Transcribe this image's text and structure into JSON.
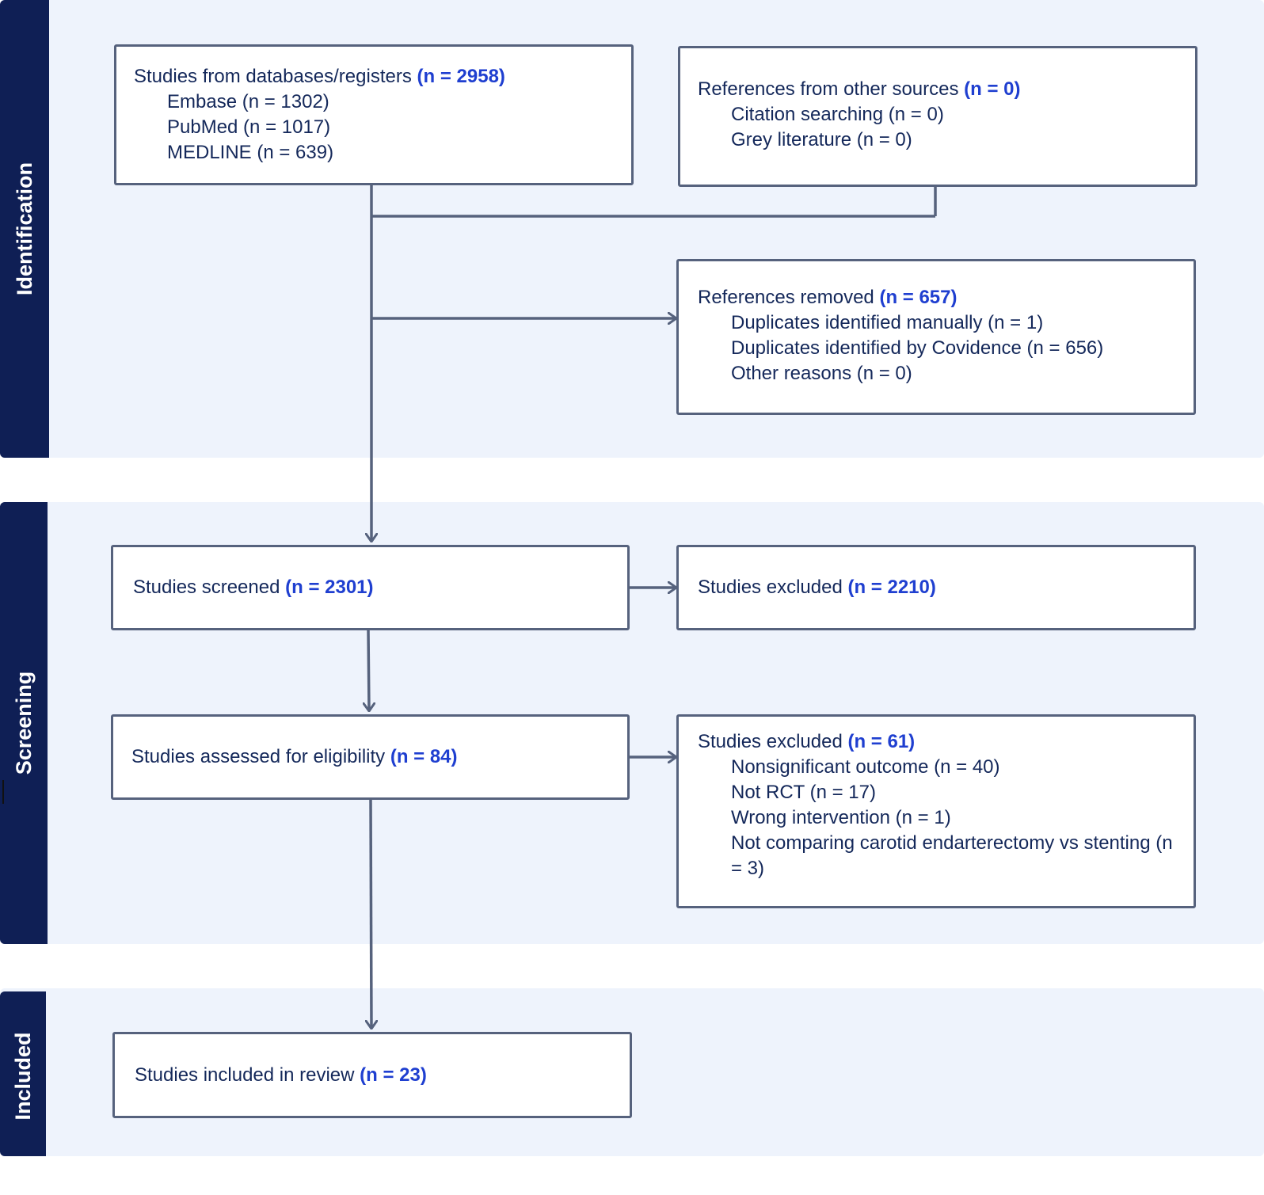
{
  "colors": {
    "band_background": "#eef3fc",
    "band_tab": "#0f1f55",
    "box_border": "#56627d",
    "text": "#14285a",
    "count_highlight": "#1f3fd0",
    "arrow": "#56627d"
  },
  "phases": {
    "identification": "Identification",
    "screening": "Screening",
    "included": "Included"
  },
  "boxes": {
    "databases": {
      "title": "Studies from databases/registers",
      "count": "(n = 2958)",
      "items": [
        "Embase (n = 1302)",
        "PubMed (n = 1017)",
        "MEDLINE (n = 639)"
      ]
    },
    "other_sources": {
      "title": "References from other sources",
      "count": "(n = 0)",
      "items": [
        "Citation searching (n = 0)",
        "Grey literature (n = 0)"
      ]
    },
    "removed": {
      "title": "References removed",
      "count": "(n = 657)",
      "items": [
        "Duplicates identified manually (n = 1)",
        "Duplicates identified by Covidence (n = 656)",
        "Other reasons (n = 0)"
      ]
    },
    "screened": {
      "title": "Studies screened",
      "count": "(n = 2301)"
    },
    "excluded_screening": {
      "title": "Studies excluded",
      "count": "(n = 2210)"
    },
    "eligibility": {
      "title": "Studies assessed for eligibility",
      "count": "(n = 84)"
    },
    "excluded_eligibility": {
      "title": "Studies excluded",
      "count": "(n = 61)",
      "items": [
        "Nonsignificant outcome (n = 40)",
        "Not RCT (n = 17)",
        "Wrong intervention (n = 1)",
        "Not comparing carotid endarterectomy vs stenting (n = 3)"
      ]
    },
    "included": {
      "title": "Studies included in review",
      "count": "(n = 23)"
    }
  }
}
